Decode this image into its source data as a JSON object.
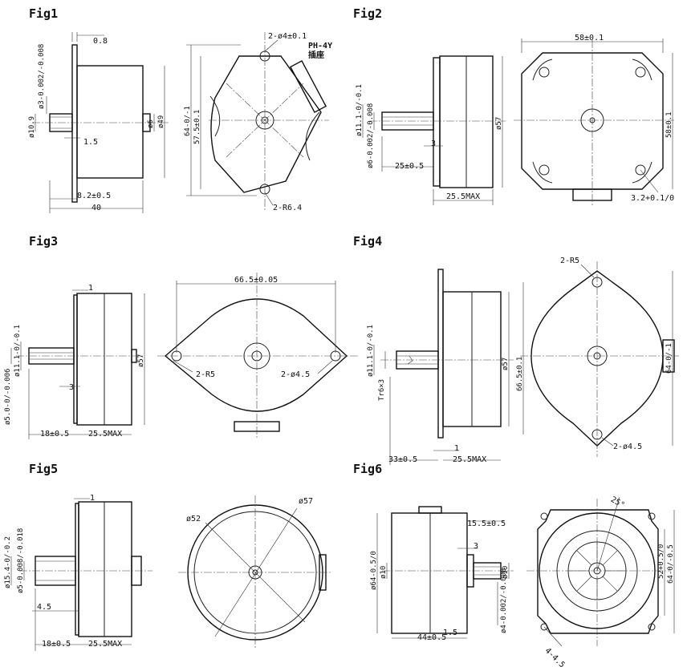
{
  "figures": [
    {
      "title": "Fig1",
      "dims": [
        "0.8",
        "ø3-0.002/-0.008",
        "ø10.9",
        "1.5",
        "ø6",
        "ø49",
        "8.2±0.5",
        "40",
        "2-ø4±0.1",
        "PH-4Y",
        "插座",
        "64-0/-1",
        "57.5±0.1",
        "2-R6.4"
      ]
    },
    {
      "title": "Fig2",
      "dims": [
        "ø11.1-0/-0.1",
        "ø6-0.002/-0.008",
        "25±0.5",
        "3",
        "ø57",
        "25.5MAX",
        "58±0.1",
        "58±0.1",
        "3.2+0.1/0"
      ]
    },
    {
      "title": "Fig3",
      "dims": [
        "1",
        "ø11.1-0/-0.1",
        "ø5.0-0/-0.006",
        "3",
        "ø57",
        "18±0.5",
        "25.5MAX",
        "66.5±0.05",
        "2-R5",
        "2-ø4.5"
      ]
    },
    {
      "title": "Fig4",
      "dims": [
        "ø11.1-0/-0.1",
        "Tr6×3",
        "ø57",
        "33±0.5",
        "1",
        "25.5MAX",
        "2-R5",
        "66.5±0.1",
        "64-0/-1",
        "2-ø4.5"
      ]
    },
    {
      "title": "Fig5",
      "dims": [
        "1",
        "ø15.4-0/-0.2",
        "ø5-0.008/-0.018",
        "4.5",
        "18±0.5",
        "25.5MAX",
        "ø52",
        "ø57"
      ]
    },
    {
      "title": "Fig6",
      "dims": [
        "15.5±0.5",
        "3",
        "ø64-0.5/0",
        "ø10",
        "ø10",
        "ø4-0.002/-0.008",
        "44±0.5",
        "1.5",
        "25°",
        "52+0.5/0",
        "64-0/-0.5",
        "4-4.5"
      ]
    }
  ]
}
